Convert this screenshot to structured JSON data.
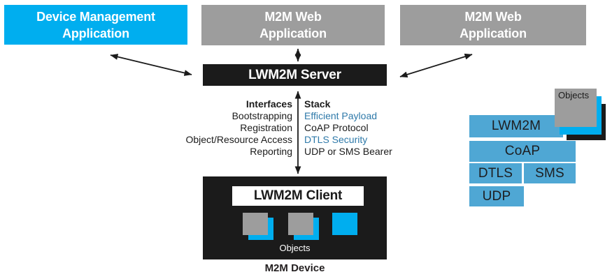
{
  "colors": {
    "cyan": "#00AEEF",
    "gray": "#9D9D9D",
    "black": "#1B1B1B",
    "bar_blue": "#4FA7D4",
    "stack_link_blue": "#2E79A9"
  },
  "top_row": {
    "device_mgmt_app": "Device Management\nApplication",
    "web_app_1": "M2M Web\nApplication",
    "web_app_2": "M2M Web\nApplication"
  },
  "server": {
    "label": "LWM2M Server"
  },
  "middle": {
    "interfaces": {
      "title": "Interfaces",
      "items": [
        "Bootstrapping",
        "Registration",
        "Object/Resource Access",
        "Reporting"
      ]
    },
    "stack": {
      "title": "Stack",
      "items": [
        "Efficient Payload",
        "CoAP Protocol",
        "DTLS Security",
        "UDP or SMS Bearer"
      ]
    }
  },
  "device": {
    "client_label": "LWM2M Client",
    "objects_label": "Objects",
    "caption": "M2M Device"
  },
  "protocol_stack": {
    "objects_label": "Objects",
    "layers": [
      "LWM2M",
      "CoAP",
      "DTLS",
      "SMS",
      "UDP"
    ]
  }
}
